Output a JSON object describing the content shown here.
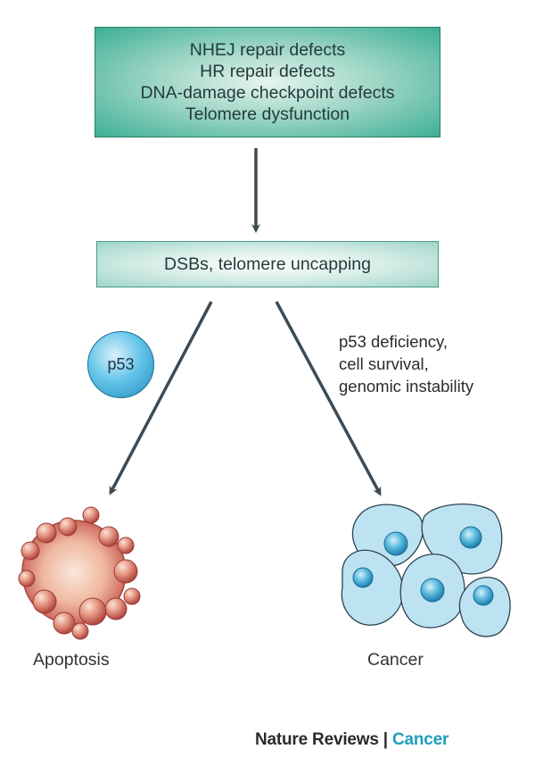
{
  "causes": [
    "NHEJ repair defects",
    "HR repair defects",
    "DNA-damage checkpoint defects",
    "Telomere dysfunction"
  ],
  "intermediate": "DSBs, telomere uncapping",
  "p53_label": "p53",
  "cancer_path_notes": [
    "p53 deficiency,",
    "cell survival,",
    "genomic instability"
  ],
  "outcomes": {
    "left": "Apoptosis",
    "right": "Cancer"
  },
  "footer": {
    "journal": "Nature Reviews",
    "separator": " | ",
    "topic": "Cancer"
  },
  "colors": {
    "cause_box": "#3daf95",
    "intermediate_box": "#9fd5c8",
    "p53": "#66c6e9",
    "arrow": "#3d4b55",
    "apoptotic_cell": "#c4574e",
    "cancer_cell": "#bde3f3",
    "footer_accent": "#1f9dbb"
  }
}
